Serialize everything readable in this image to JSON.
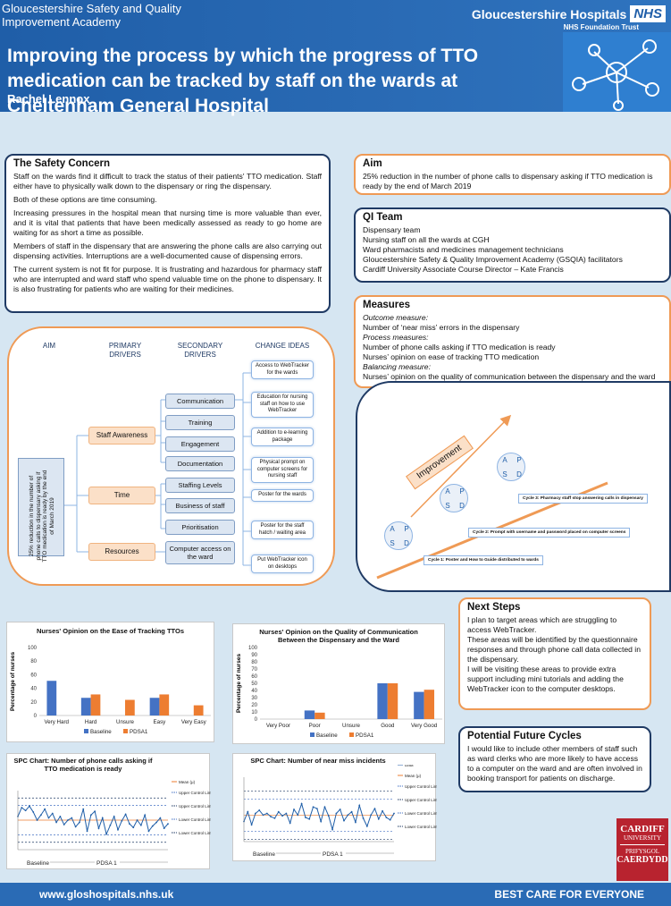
{
  "header": {
    "academy": "Gloucestershire Safety and Quality Improvement Academy",
    "trust_name": "Gloucestershire Hospitals",
    "nhs": "NHS",
    "trust_sub": "NHS Foundation Trust",
    "title": "Improving the process by which the progress of TTO medication can be tracked by staff on the wards at Cheltenham General Hospital",
    "author": "Rachel Lennox"
  },
  "safety": {
    "heading": "The Safety Concern",
    "p1": "Staff on the wards find it difficult to track the status of their patients' TTO medication. Staff either have to physically walk down to the dispensary or ring the dispensary.",
    "p2": "Both of these options are time consuming.",
    "p3": "Increasing pressures in the hospital mean that nursing time is more valuable than ever, and it is vital that patients that have been medically assessed as ready to go home are waiting for as short a time as possible.",
    "p4": "Members of staff in the dispensary that are answering the phone calls are also carrying out dispensing activities. Interruptions are a well-documented cause of dispensing errors.",
    "p5": "The current system is not fit for purpose. It is frustrating and hazardous for pharmacy staff who are interrupted and ward staff who spend valuable time on the phone to dispensary. It is also frustrating for patients who are waiting for their medicines."
  },
  "aim": {
    "heading": "Aim",
    "text": "25% reduction in the number of phone calls to dispensary asking if TTO medication is ready by the end of March 2019"
  },
  "team": {
    "heading": "QI Team",
    "lines": [
      "Dispensary team",
      "Nursing staff on all the wards at CGH",
      "Ward pharmacists and medicines management technicians",
      "Gloucestershire Safety & Quality Improvement Academy (GSQIA) facilitators",
      "Cardiff University Associate Course Director – Kate Francis"
    ]
  },
  "measures": {
    "heading": "Measures",
    "outcome_label": "Outcome measure:",
    "outcome": "Number of ‘near miss’ errors in the dispensary",
    "process_label": "Process measures:",
    "process1": "Number of phone calls asking if TTO medication is ready",
    "process2": "Nurses’ opinion on ease of tracking TTO medication",
    "balancing_label": "Balancing measure:",
    "balancing": "Nurses’ opinion on the quality of communication between the dispensary and the ward"
  },
  "driver": {
    "h_aim": "AIM",
    "h_primary": "PRIMARY DRIVERS",
    "h_secondary": "SECONDARY DRIVERS",
    "h_change": "CHANGE IDEAS",
    "aim_text": "25% reduction in the number of phone calls to dispensary asking if TTO medication is ready by the end of March 2019",
    "primary": [
      "Staff Awareness",
      "Time",
      "Resources"
    ],
    "secondary": [
      "Communication",
      "Training",
      "Engagement",
      "Documentation",
      "Staffing Levels",
      "Business of staff",
      "Prioritisation",
      "Computer access on the ward"
    ],
    "change": [
      "Access to WebTracker for the wards",
      "Education for nursing staff on how to use WebTracker",
      "Addition to e-learning package",
      "Physical prompt on computer screens for nursing staff",
      "Poster for the wards",
      "Poster for the staff hatch / waiting area",
      "Put WebTracker icon on desktops"
    ]
  },
  "pdsa": {
    "improvement": "Improvement",
    "letters": [
      "A",
      "P",
      "S",
      "D"
    ],
    "cycle1": "Cycle 1: Poster and How to Guide distributed to wards",
    "cycle2": "Cycle 2: Prompt with username and password placed on computer screens",
    "cycle3": "Cycle 3: Pharmacy staff stop answering calls in dispensary"
  },
  "next": {
    "heading": "Next Steps",
    "p1": "I plan to target areas which are struggling to access WebTracker.",
    "p2": "These areas will be identified by the questionnaire responses and through phone call data collected in the dispensary.",
    "p3": "I will be visiting these areas to provide extra support including mini tutorials and adding the WebTracker icon to the computer desktops."
  },
  "future": {
    "heading": "Potential Future Cycles",
    "text": "I would like to include other members of staff such as ward clerks who are more likely to have access to a computer on the ward and are often involved in booking transport for patients on discharge."
  },
  "chart_data": [
    {
      "type": "bar",
      "title": "Nurses' Opinion on the Ease of Tracking TTOs",
      "ylabel": "Percentage of nurses",
      "ylim": [
        0,
        100
      ],
      "yticks": [
        "0",
        "20",
        "40",
        "60",
        "80",
        "100"
      ],
      "categories": [
        "Very Hard",
        "Hard",
        "Unsure",
        "Easy",
        "Very Easy"
      ],
      "series": [
        {
          "name": "Baseline",
          "values": [
            51,
            26,
            0,
            26,
            0
          ],
          "color": "#4472c4"
        },
        {
          "name": "PDSA1",
          "values": [
            0,
            31,
            23,
            31,
            15
          ],
          "color": "#ed7d31"
        }
      ]
    },
    {
      "type": "bar",
      "title": "Nurses' Opinion on the Quality of Communication Between the Dispensary and the Ward",
      "ylabel": "Percentage of nurses",
      "ylim": [
        0,
        100
      ],
      "yticks": [
        "0",
        "10",
        "20",
        "30",
        "40",
        "50",
        "60",
        "70",
        "80",
        "90",
        "100"
      ],
      "categories": [
        "Very Poor",
        "Poor",
        "Unsure",
        "Good",
        "Very Good"
      ],
      "series": [
        {
          "name": "Baseline",
          "values": [
            0,
            12,
            0,
            50,
            38
          ],
          "color": "#4472c4"
        },
        {
          "name": "PDSA1",
          "values": [
            0,
            9,
            0,
            50,
            41
          ],
          "color": "#ed7d31"
        }
      ]
    },
    {
      "type": "line",
      "title": "SPC Chart: Number of phone calls asking if TTO medication is ready",
      "phases": [
        "Baseline",
        "PDSA 1"
      ],
      "legend": [
        "Data",
        "Mean (μ)",
        "Upper Control Limit a μ+2σ",
        "Upper Control Limit a μ+3σ",
        "Lower Control Limit a μ-2σ",
        "Lower Control Limit a μ-3σ"
      ],
      "values": [
        60,
        72,
        68,
        74,
        66,
        55,
        62,
        70,
        58,
        64,
        52,
        60,
        49,
        55,
        58,
        46,
        52,
        70,
        40,
        62,
        67,
        44,
        58,
        36,
        48,
        60,
        42,
        54,
        63,
        50,
        45,
        55,
        48,
        62,
        40,
        47,
        52,
        58,
        44,
        50
      ],
      "mean": 55,
      "ucl2": 75,
      "ucl3": 85,
      "lcl2": 35,
      "lcl3": 25
    },
    {
      "type": "line",
      "title": "SPC Chart: Number of near miss incidents",
      "phases": [
        "Baseline",
        "PDSA 1"
      ],
      "legend": [
        "Data",
        "Mean (μ)",
        "Upper Control Limit a μ+2σ",
        "Upper Control Limit a μ+3σ",
        "Lower Control Limit a μ-2σ",
        "Lower Control Limit a μ-3σ"
      ],
      "values": [
        40,
        52,
        36,
        50,
        54,
        48,
        50,
        46,
        44,
        52,
        47,
        50,
        38,
        55,
        48,
        62,
        45,
        43,
        58,
        56,
        40,
        58,
        47,
        30,
        50,
        55,
        41,
        48,
        52,
        39,
        60,
        44,
        34,
        48,
        56,
        43,
        53,
        45,
        42,
        50
      ],
      "mean": 48,
      "ucl2": 68,
      "ucl3": 78,
      "lcl2": 28,
      "lcl3": 18
    }
  ],
  "footer": {
    "url": "www.gloshospitals.nhs.uk",
    "slogan": "BEST CARE FOR EVERYONE"
  },
  "logo": {
    "l1": "CARDIFF",
    "l2": "UNIVERSITY",
    "l3": "PRIFYSGOL",
    "l4": "CAERDYDD"
  }
}
